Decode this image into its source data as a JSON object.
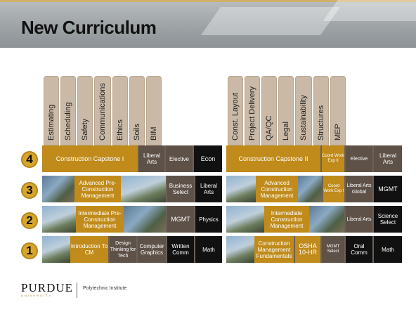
{
  "header": {
    "title": "New Curriculum"
  },
  "left": {
    "tabs": [
      "Estimating",
      "Scheduling",
      "Safety",
      "Communications",
      "Ethics",
      "Soils",
      "BIM"
    ],
    "rows": [
      {
        "level": "4",
        "cells": [
          "Construction Capstone I",
          "Liberal Arts",
          "Elective",
          "Econ"
        ]
      },
      {
        "level": "3",
        "cells": [
          "Advanced Pre-Construction Management",
          "Business Select",
          "Liberal Arts"
        ]
      },
      {
        "level": "2",
        "cells": [
          "Intermediate Pre-Construction Management",
          "MGMT",
          "Physics"
        ]
      },
      {
        "level": "1",
        "cells": [
          "Introduction To CM",
          "Design Thinking for Tech",
          "Computer Graphics",
          "Written Comm",
          "Math"
        ]
      }
    ]
  },
  "right": {
    "tabs": [
      "Const. Layout",
      "Project Delivery",
      "QA/QC",
      "Legal",
      "Sustainability",
      "Structures",
      "MEP"
    ],
    "rows": [
      {
        "cells": [
          "Construction Capstone II",
          "Coord Work Exp II",
          "Elective",
          "Liberal Arts"
        ]
      },
      {
        "cells": [
          "Advanced Construction Management",
          "Coord Work Exp I",
          "Liberal Arts Global",
          "MGMT"
        ]
      },
      {
        "cells": [
          "Intermediate Construction Management",
          "Liberal Arts",
          "Science Select"
        ]
      },
      {
        "cells": [
          "Construction Management Fundamentals",
          "OSHA 10-HR",
          "MGMT Select",
          "Oral Comm",
          "Math"
        ]
      }
    ]
  },
  "footer": {
    "logo": "PURDUE",
    "logo_sub": "UNIVERSITY",
    "institute": "Polytechnic Institute"
  }
}
